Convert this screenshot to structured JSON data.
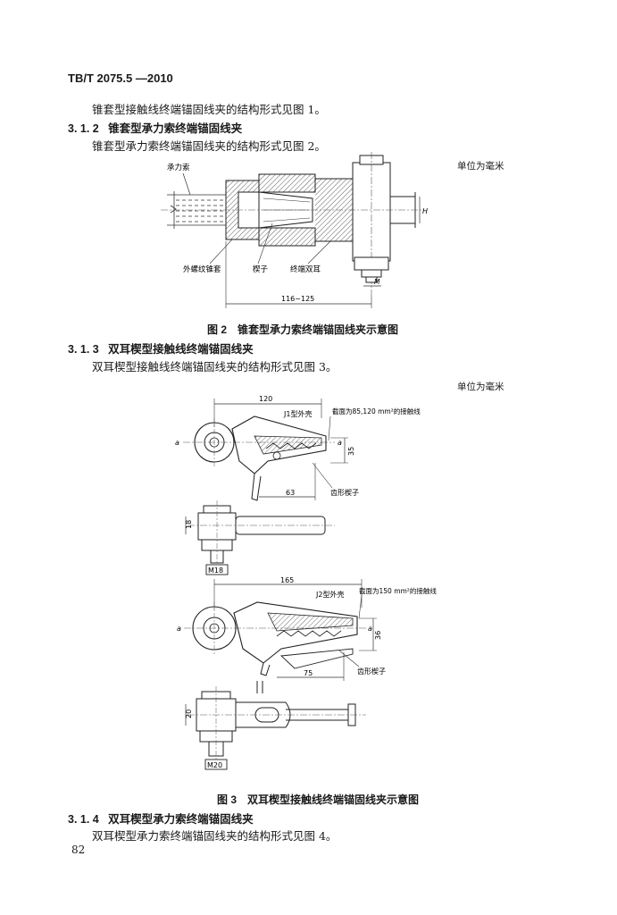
{
  "header": {
    "standard_code": "TB/T 2075.5 —2010"
  },
  "paragraphs": {
    "p1": "锥套型接触线终端锚固线夹的结构形式见图 1。",
    "p2": "锥套型承力索终端锚固线夹的结构形式见图 2。",
    "p3": "双耳楔型接触线终端锚固线夹的结构形式见图 3。",
    "p4": "双耳楔型承力索终端锚固线夹的结构形式见图 4。"
  },
  "sections": {
    "s312": {
      "number": "3. 1. 2",
      "title": "锥套型承力索终端锚固线夹"
    },
    "s313": {
      "number": "3. 1. 3",
      "title": "双耳楔型接触线终端锚固线夹"
    },
    "s314": {
      "number": "3. 1. 4",
      "title": "双耳楔型承力索终端锚固线夹"
    }
  },
  "unit_note": "单位为毫米",
  "figure2": {
    "caption": "图 2　锥套型承力索终端锚固线夹示意图",
    "labels": {
      "cable": "承力索",
      "sleeve": "外螺纹锥套",
      "wedge": "楔子",
      "double_ear": "终端双耳",
      "dim_length": "116~125",
      "dim_h": "H",
      "dim_m": "M"
    }
  },
  "figure3": {
    "caption": "图 3　双耳楔型接触线终端锚固线夹示意图",
    "upper": {
      "dim_top": "120",
      "shell": "J1型外壳",
      "wire": "截面为85,120 mm²的接触线",
      "axis_a": "a",
      "dim_35": "35",
      "dim_63": "63",
      "tooth_wedge": "齿形楔子",
      "dim_18": "18",
      "bolt": "M18"
    },
    "lower": {
      "dim_top": "165",
      "shell": "J2型外壳",
      "wire": "截面为150 mm²的接触线",
      "axis_a": "a",
      "dim_36": "36",
      "dim_75": "75",
      "tooth_wedge": "齿形楔子",
      "dim_20": "20",
      "bolt": "M20"
    }
  },
  "page_number": "82"
}
